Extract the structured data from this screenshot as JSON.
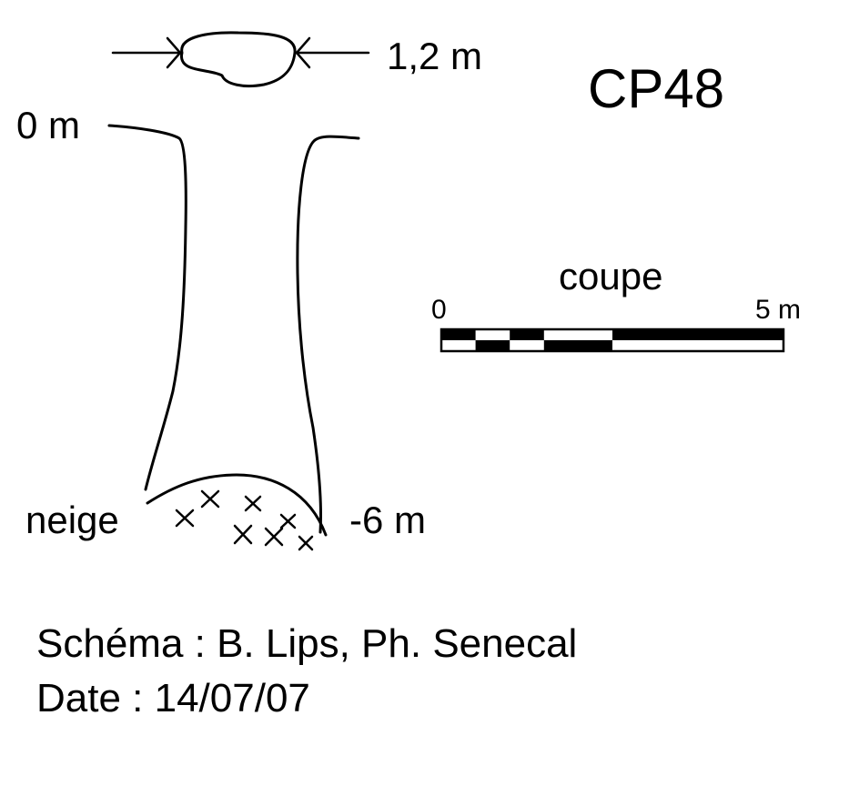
{
  "diagram": {
    "id_label": "CP48",
    "entrance_width_label": "1,2 m",
    "top_depth_label": "0 m",
    "bottom_depth_label": "-6 m",
    "bottom_fill_label": "neige",
    "scale": {
      "title": "coupe",
      "start_label": "0",
      "end_label": "5 m"
    }
  },
  "credits": {
    "schema": "Schéma : B. Lips, Ph. Senecal",
    "date": "Date : 14/07/07"
  }
}
